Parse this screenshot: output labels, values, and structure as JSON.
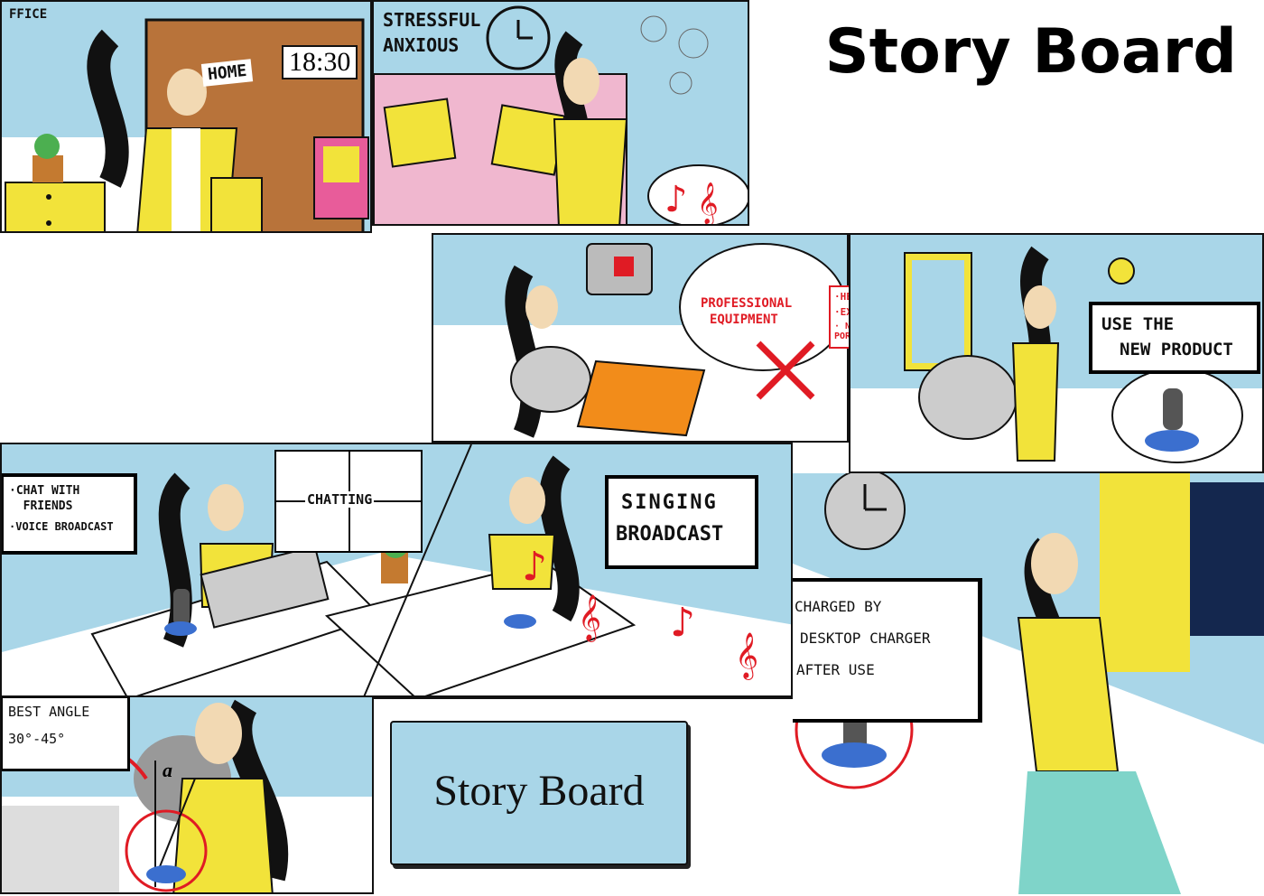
{
  "header": {
    "title": "Story Board"
  },
  "panels": {
    "office_home": {
      "office_label": "FFICE",
      "home_sign": "HOME",
      "clock_time": "18:30"
    },
    "stressed": {
      "line1": "STRESSFUL",
      "line2": "ANXIOUS"
    },
    "equipment": {
      "bubble_line1": "PROFESSIONAL",
      "bubble_line2": "EQUIPMENT",
      "cons": [
        "·HEAVY",
        "·EXPENSIVE",
        "· NOT PORTABLE"
      ]
    },
    "new_product": {
      "line1": "USE THE",
      "line2": "NEW PRODUCT"
    },
    "chat": {
      "items": [
        "·CHAT WITH",
        "  FRIENDS",
        "·VOICE BROADCAST"
      ],
      "screen_label": "CHATTING"
    },
    "singing": {
      "line1": "SINGING",
      "line2": "BROADCAST"
    },
    "charging": {
      "lines": [
        "CHARGED BY",
        "DESKTOP CHARGER",
        "AFTER USE"
      ]
    },
    "angle": {
      "line1": "BEST ANGLE",
      "line2": "30°-45°",
      "symbol": "a"
    }
  },
  "caption": {
    "label": "Story Board"
  },
  "colors": {
    "sky": "#a9d6e8",
    "yellow": "#f2e33a",
    "pink": "#f0b7cf",
    "red": "#e01b24",
    "brown": "#b8733a"
  }
}
